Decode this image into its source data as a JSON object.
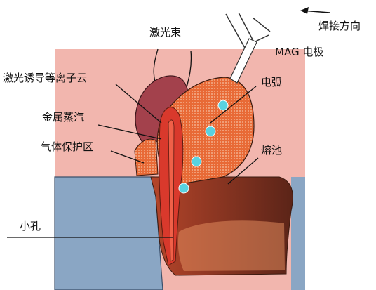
{
  "labels": {
    "welding_direction": "焊接方向",
    "laser_beam": "激光束",
    "mag_electrode": "MAG 电极",
    "plasma_cloud": "激光诱导等离子云",
    "arc": "电弧",
    "metal_vapor": "金属蒸汽",
    "shielding_gas": "气体保护区",
    "weld_pool": "熔池",
    "keyhole": "小孔"
  },
  "colors": {
    "background_pink": "#f2b6ae",
    "workpiece_blue": "#8aa6c4",
    "plasma_cloud": "#a3414c",
    "arc_orange": "#e6612e",
    "molten_red": "#d9392c",
    "weld_pool_brown": "#8a3a22",
    "droplet_cyan": "#59d2e0"
  }
}
